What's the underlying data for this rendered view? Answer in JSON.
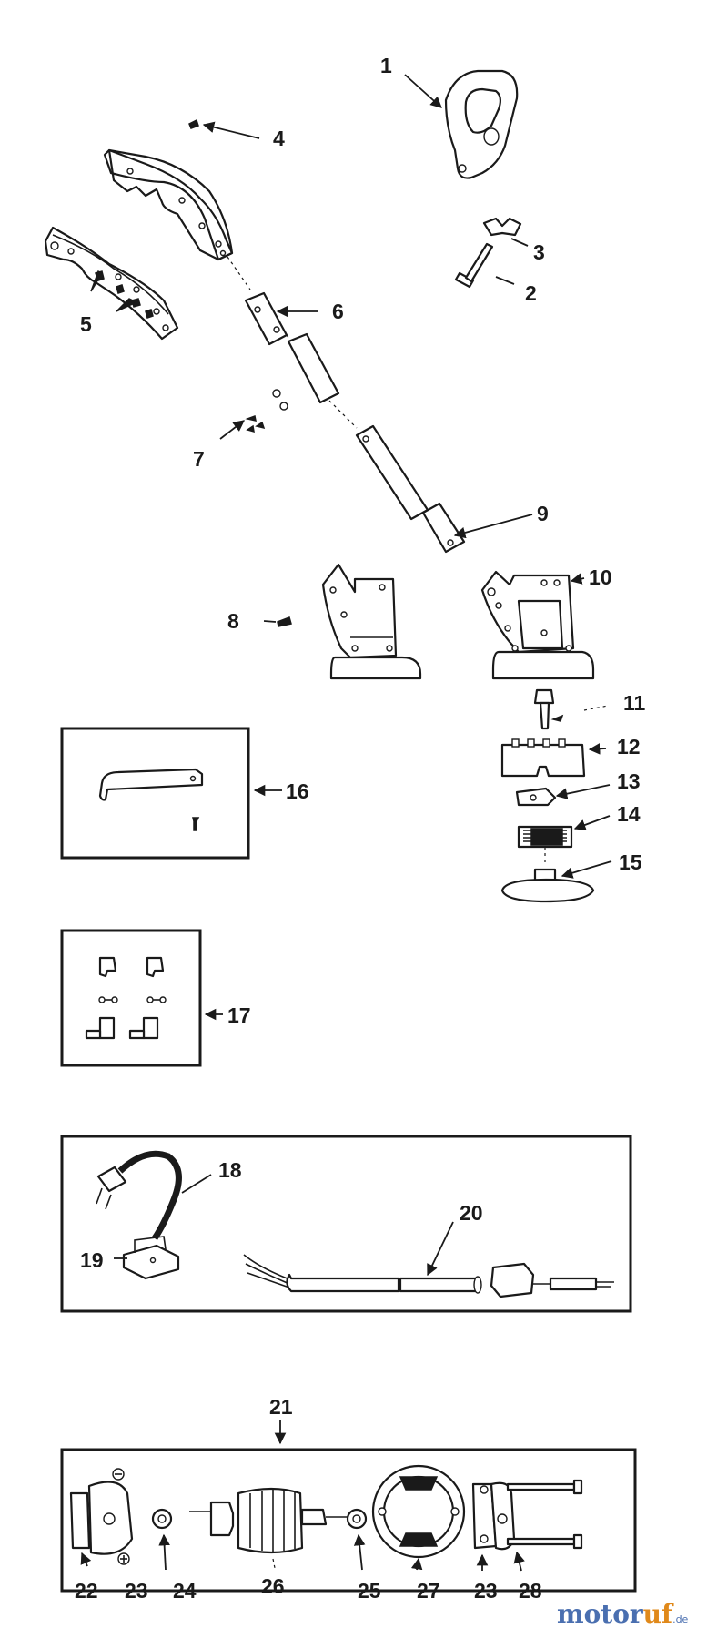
{
  "labels": {
    "p1": "1",
    "p2": "2",
    "p3": "3",
    "p4": "4",
    "p5": "5",
    "p6": "6",
    "p7": "7",
    "p8": "8",
    "p9": "9",
    "p10": "10",
    "p11": "11",
    "p12": "12",
    "p13": "13",
    "p14": "14",
    "p15": "15",
    "p16": "16",
    "p17": "17",
    "p18": "18",
    "p19": "19",
    "p20": "20",
    "p21": "21",
    "p22": "22",
    "p23a": "23",
    "p24": "24",
    "p25": "25",
    "p26": "26",
    "p27": "27",
    "p23b": "23",
    "p28": "28"
  },
  "watermark": {
    "brand_a": "motor",
    "brand_b": "uf",
    "tld": ".de"
  }
}
